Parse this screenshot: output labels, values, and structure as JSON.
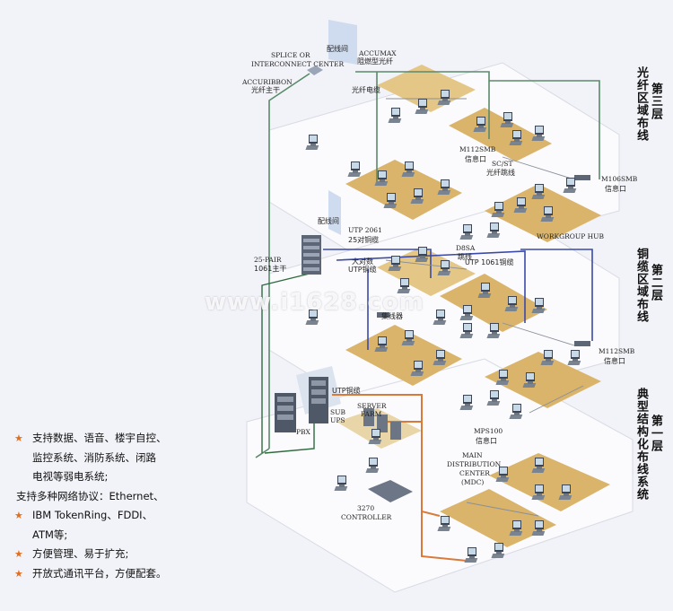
{
  "labels": {
    "splice": "SPLICE OR",
    "interconnect": "INTERCONNECT CENTER",
    "wiring_room_top": "配线间",
    "accumax": "ACCUMAX",
    "accumax_cn": "阻燃型光纤",
    "accuribbon": "ACCURIBBON",
    "accuribbon_cn": "光纤主干",
    "fiber_cable": "光纤电缆",
    "m112smb_top": "M112SMB",
    "outlet_1": "信息口",
    "scst": "SC/ST",
    "fiber_jumper": "光纤跳线",
    "m106smb": "M106SMB",
    "outlet_2": "信息口",
    "wiring_room_mid": "配线间",
    "utp2061": "UTP 2061",
    "utp25": "25对铜缆",
    "pair25": "25-PAIR",
    "trunk1061": "1061主干",
    "bigpair": "大对数",
    "utp_copper": "UTP铜缆",
    "d8sa": "D8SA",
    "jumper": "跳线",
    "utp1061": "UTP 1061铜缆",
    "workgroup_hub": "WORKGROUP HUB",
    "hub": "集线器",
    "m112smb_mid": "M112SMB",
    "outlet_3": "信息口",
    "utp_cable": "UTP铜缆",
    "sub": "SUB",
    "ups": "UPS",
    "server": "SERVER",
    "farm": "FARM",
    "pbx": "PBX",
    "mps100": "MPS100",
    "outlet_4": "信息口",
    "main": "MAIN",
    "distribution": "DISTRIBUTION",
    "center": "CENTER",
    "mdc": "(MDC)",
    "controller_num": "3270",
    "controller": "CONTROLLER"
  },
  "sections": {
    "floor3": "第三层",
    "floor3_desc": "光纤区域布线",
    "floor2": "第二层",
    "floor2_desc": "铜缆区域布线",
    "floor1": "第一层",
    "floor1_desc": "典型结构化布线系统"
  },
  "features": [
    "支持数据、语音、楼宇自控、",
    "监控系统、消防系统、闭路",
    "电视等弱电系统;",
    "支持多种网络协议：Ethernet、",
    "IBM TokenRing、FDDI、",
    "ATM等;",
    "方便管理、易于扩充;",
    "开放式通讯平台，方便配套。"
  ],
  "feature_stars": [
    true,
    false,
    false,
    false,
    true,
    false,
    true,
    true
  ],
  "watermark": "www.i1628.com",
  "colors": {
    "floor_slab": "#ffffff",
    "work_area": "#d9b46a",
    "fiber_line": "#5a8a6a",
    "copper_line": "#3a4aa8",
    "orange_line": "#d97a3a",
    "star": "#e07020"
  }
}
